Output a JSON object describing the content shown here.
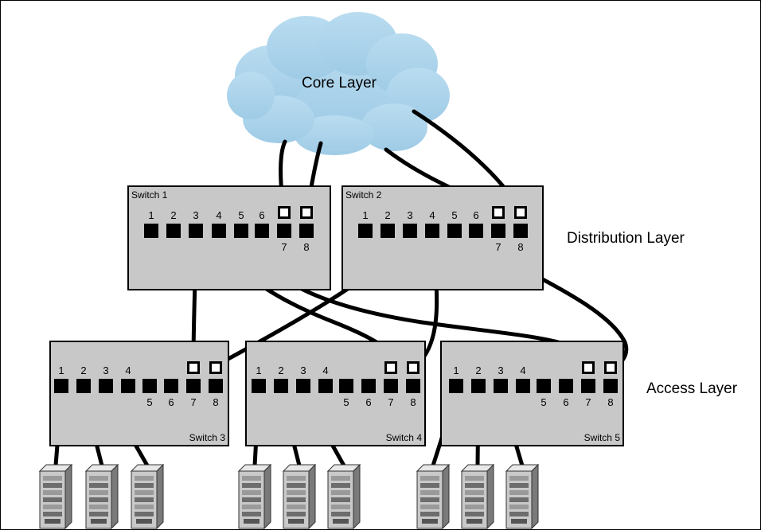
{
  "diagram": {
    "core_label": "Core Layer",
    "distribution_label": "Distribution Layer",
    "access_label": "Access Layer",
    "distribution_switches": [
      {
        "name": "Switch 1",
        "ports_top": [
          "1",
          "2",
          "3",
          "4",
          "5",
          "6"
        ],
        "ports_bottom": [
          "7",
          "8"
        ]
      },
      {
        "name": "Switch 2",
        "ports_top": [
          "1",
          "2",
          "3",
          "4",
          "5",
          "6"
        ],
        "ports_bottom": [
          "7",
          "8"
        ]
      }
    ],
    "access_switches": [
      {
        "name": "Switch 3",
        "ports_top": [
          "1",
          "2",
          "3",
          "4"
        ],
        "ports_bottom": [
          "5",
          "6",
          "7",
          "8"
        ]
      },
      {
        "name": "Switch 4",
        "ports_top": [
          "1",
          "2",
          "3",
          "4"
        ],
        "ports_bottom": [
          "5",
          "6",
          "7",
          "8"
        ]
      },
      {
        "name": "Switch 5",
        "ports_top": [
          "1",
          "2",
          "3",
          "4"
        ],
        "ports_bottom": [
          "5",
          "6",
          "7",
          "8"
        ]
      }
    ],
    "colors": {
      "cloud": "#a8d4ec",
      "switch_fill": "#c8c8c8",
      "port": "#000000",
      "cable": "#000000"
    }
  }
}
